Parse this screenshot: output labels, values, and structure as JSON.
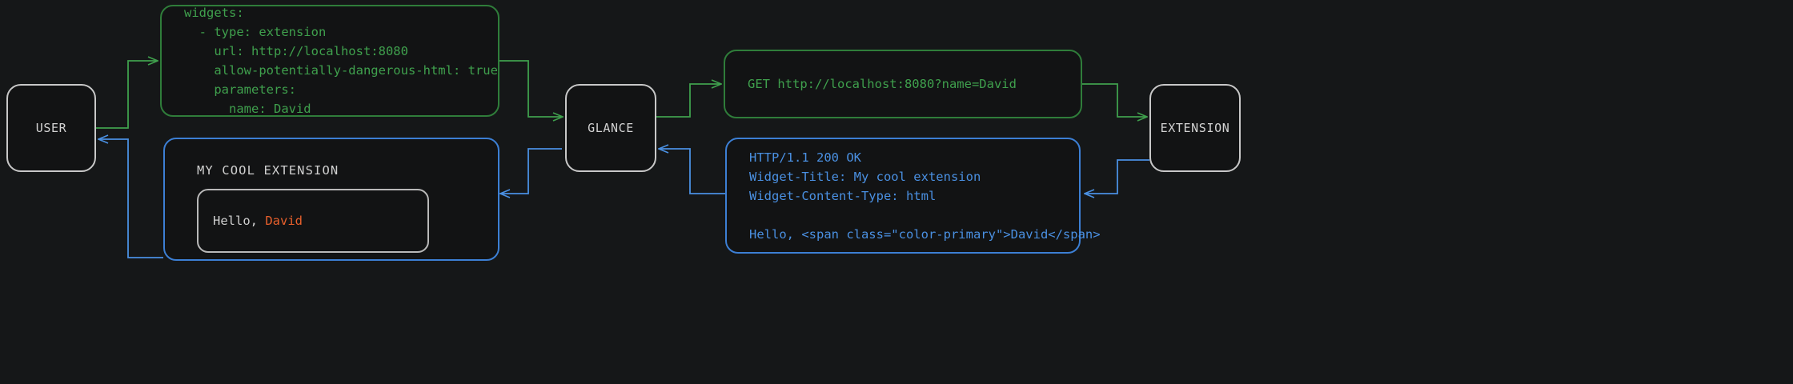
{
  "diagram": {
    "type": "flow-sequence",
    "background": "#151718",
    "colors": {
      "request": "#3fa04d",
      "response": "#4a90e2",
      "node_border": "#c8c8c8",
      "node_text": "#d2d2d2",
      "accent": "#e8602c"
    }
  },
  "nodes": {
    "user": {
      "label": "USER"
    },
    "glance": {
      "label": "GLANCE"
    },
    "extension": {
      "label": "EXTENSION"
    }
  },
  "config_block": {
    "lang": "yaml",
    "color": "#3fa04d",
    "lines": [
      "widgets:",
      "  - type: extension",
      "    url: http://localhost:8080",
      "    allow-potentially-dangerous-html: true",
      "    parameters:",
      "      name: David"
    ]
  },
  "request_block": {
    "color": "#3fa04d",
    "lines": [
      "GET http://localhost:8080?name=David"
    ]
  },
  "response_block": {
    "color": "#4a90e2",
    "lines": [
      "HTTP/1.1 200 OK",
      "Widget-Title: My cool extension",
      "Widget-Content-Type: html",
      "",
      "Hello, <span class=\"color-primary\">David</span>"
    ]
  },
  "widget_preview": {
    "title": "MY COOL EXTENSION",
    "greeting_prefix": "Hello, ",
    "greeting_name": "David"
  }
}
